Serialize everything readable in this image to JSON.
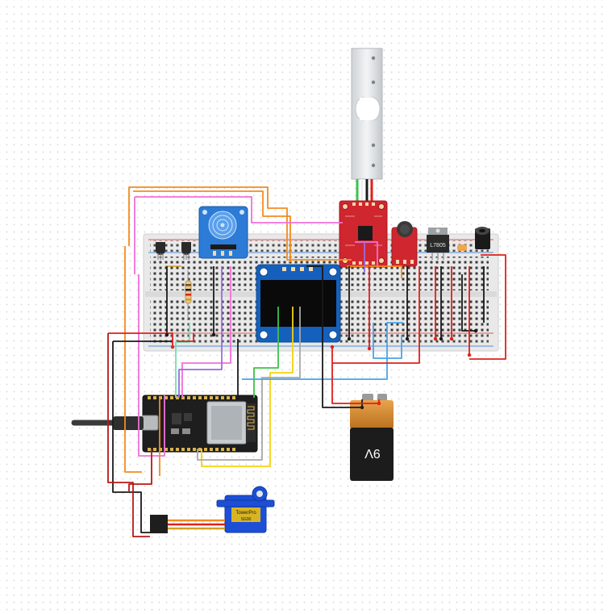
{
  "labels": {
    "battery_voltage": "9V",
    "regulator": "L7805",
    "servo_brand": "TowerPro",
    "servo_model": "SG90"
  },
  "colors": {
    "wire_red": "#e0201b",
    "wire_black": "#1a1a1a",
    "wire_orange": "#f28c1e",
    "wire_yellow": "#f5d20a",
    "wire_green": "#3cc24a",
    "wire_mint": "#6fe0b0",
    "wire_pink": "#f070d8",
    "wire_purple": "#9a6be0",
    "wire_blue": "#4aa3e8",
    "wire_grey": "#a8a8a8",
    "wire_darkred": "#b81818",
    "board_red": "#d0262f",
    "board_blue": "#1a6fd1",
    "oled_blue": "#1560bd",
    "esp32_black": "#1e1e1e",
    "servo_blue": "#1c4fd6"
  }
}
